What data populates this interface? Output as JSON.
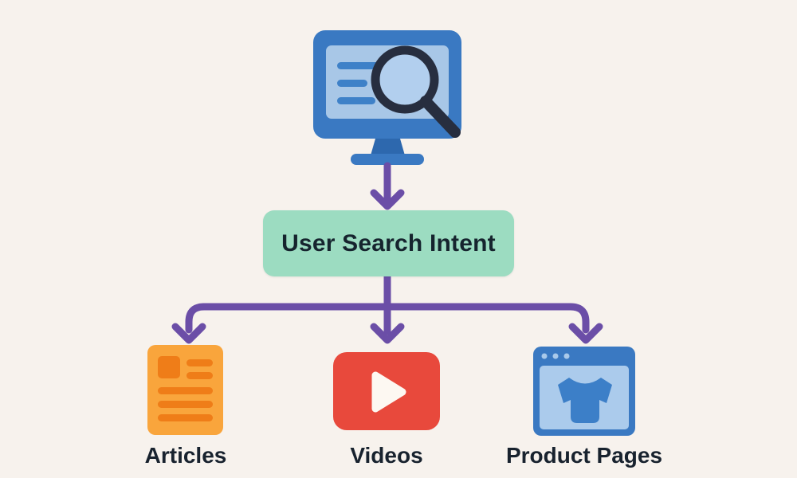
{
  "meta": {
    "type": "flow-diagram",
    "topic": "User Search Intent"
  },
  "nodes": {
    "source": {
      "icon": "monitor-search-icon"
    },
    "intent": {
      "label": "User Search Intent",
      "bg": "#9cdcc1",
      "text_color": "#16242e"
    }
  },
  "branches": [
    {
      "id": "articles",
      "label": "Articles",
      "icon": "article-document-icon",
      "accent": "#f9a53c"
    },
    {
      "id": "videos",
      "label": "Videos",
      "icon": "video-play-icon",
      "accent": "#e8493c"
    },
    {
      "id": "product-pages",
      "label": "Product Pages",
      "icon": "product-browser-icon",
      "accent": "#3a79c2"
    }
  ],
  "colors": {
    "background": "#f7f2ed",
    "arrow_purple": "#6b4ea7",
    "monitor_blue": "#3a79c2",
    "monitor_stand_blue": "#2d68ae",
    "monitor_screen_blue": "#a8c7e7",
    "screen_line_blue": "#3e81c8",
    "magnifier_dark": "#272e3f",
    "article_orange": "#f9a53c",
    "article_orange_dark": "#ef7d18",
    "video_red": "#e8493c",
    "play_white": "#fdf8f2",
    "product_blue": "#3a79c2",
    "product_inner_blue": "#abcbec",
    "tshirt_blue": "#3c7fc8",
    "label_text": "#18222e"
  }
}
